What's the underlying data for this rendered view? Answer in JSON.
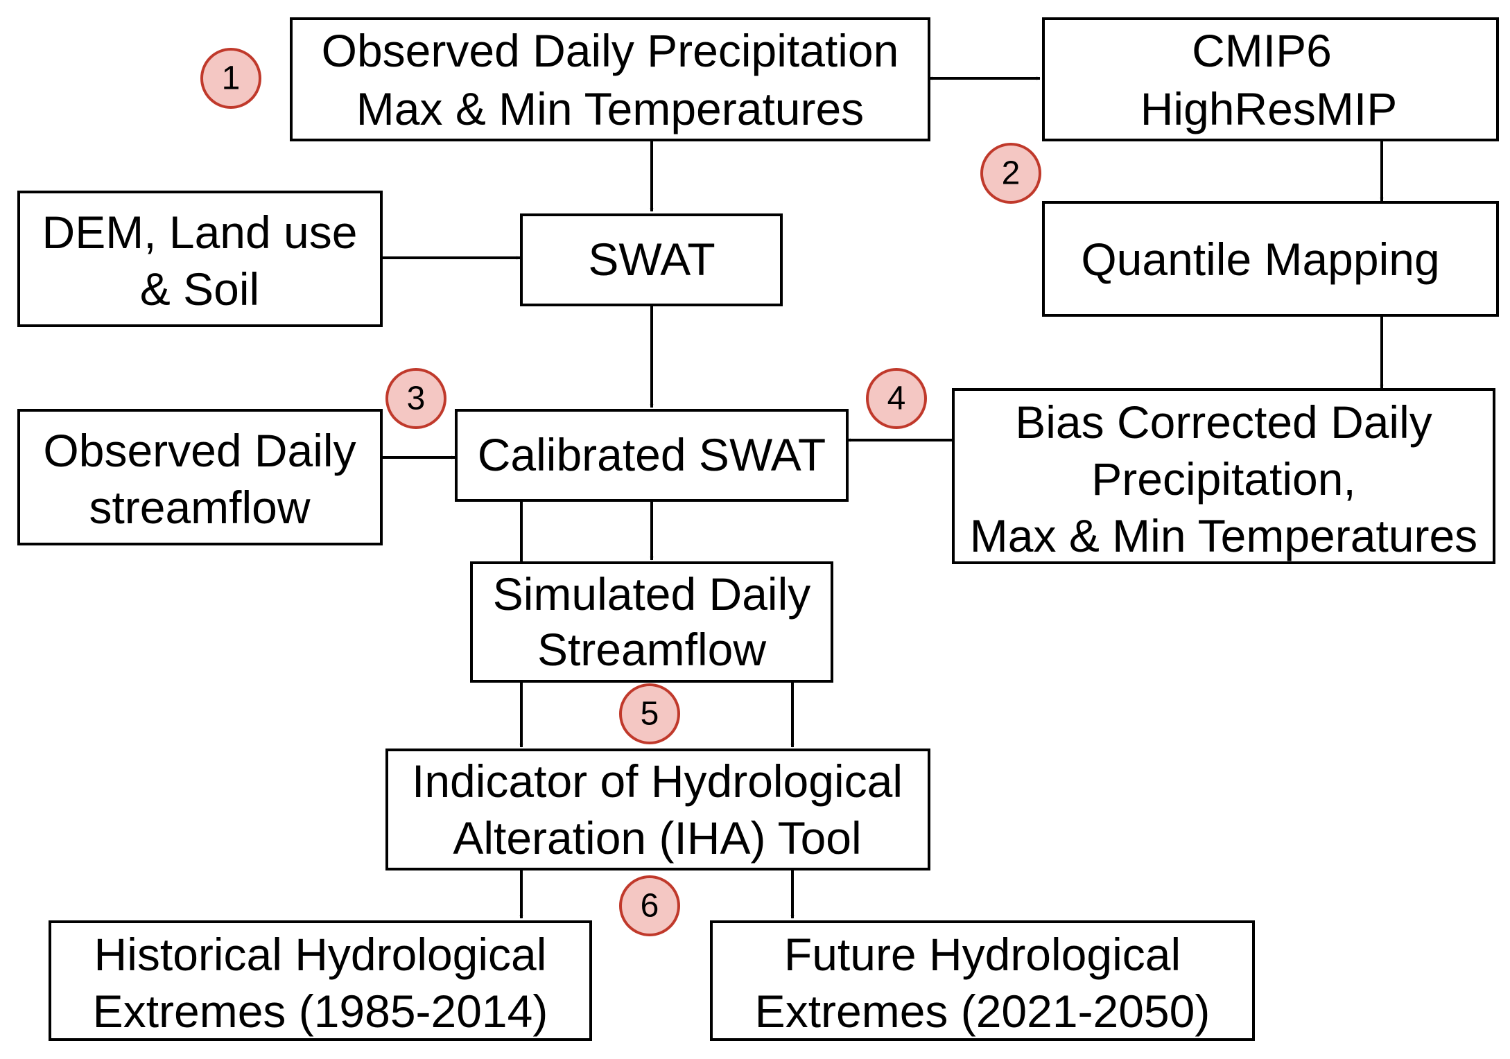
{
  "colors": {
    "badge_fill": "#f4c7c3",
    "badge_stroke": "#c0392b",
    "line": "#000000"
  },
  "nodes": {
    "observed_inputs": [
      "Observed Daily Precipitation",
      "Max & Min Temperatures"
    ],
    "cmip6": [
      "CMIP6",
      "HighResMIP"
    ],
    "dem": [
      "DEM, Land use",
      "& Soil"
    ],
    "swat": [
      "SWAT"
    ],
    "quantile_mapping": [
      "Quantile Mapping"
    ],
    "observed_streamflow": [
      "Observed Daily",
      "streamflow"
    ],
    "calibrated_swat": [
      "Calibrated SWAT"
    ],
    "bias_corrected": [
      "Bias Corrected Daily",
      "Precipitation,",
      "Max & Min Temperatures"
    ],
    "simulated_streamflow": [
      "Simulated Daily",
      "Streamflow"
    ],
    "iha_tool": [
      "Indicator of Hydrological",
      "Alteration (IHA) Tool"
    ],
    "historical_extremes": [
      "Historical Hydrological",
      "Extremes (1985-2014)"
    ],
    "future_extremes": [
      "Future Hydrological",
      "Extremes (2021-2050)"
    ]
  },
  "badges": [
    "1",
    "2",
    "3",
    "4",
    "5",
    "6"
  ]
}
